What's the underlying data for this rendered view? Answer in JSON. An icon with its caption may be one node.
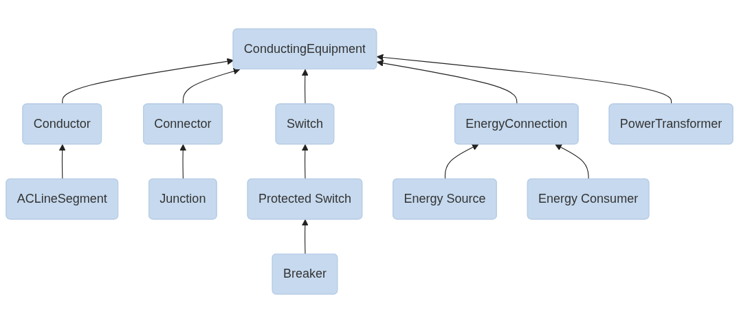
{
  "diagram": {
    "nodes": [
      {
        "text": [
          "ConductingEquipment"
        ]
      },
      {
        "text": [
          "Conductor"
        ]
      },
      {
        "text": [
          "Connector"
        ]
      },
      {
        "text": [
          "Switch"
        ]
      },
      {
        "text": [
          "EnergyConnection"
        ]
      },
      {
        "text": [
          "PowerTransformer"
        ]
      },
      {
        "text": [
          "ACLineSegment"
        ]
      },
      {
        "text": [
          "Junction"
        ]
      },
      {
        "text": [
          "Protected Switch"
        ]
      },
      {
        "text": [
          "Energy Source"
        ]
      },
      {
        "text": [
          "Energy Consumer"
        ]
      },
      {
        "text": [
          "Breaker"
        ]
      }
    ],
    "edges": [
      {
        "from": 1,
        "to": 0,
        "arrow": "to"
      },
      {
        "from": 2,
        "to": 0,
        "arrow": "to"
      },
      {
        "from": 3,
        "to": 0,
        "arrow": "to"
      },
      {
        "from": 4,
        "to": 0,
        "arrow": "to"
      },
      {
        "from": 5,
        "to": 0,
        "arrow": "to"
      },
      {
        "from": 6,
        "to": 1,
        "arrow": "to"
      },
      {
        "from": 7,
        "to": 2,
        "arrow": "to"
      },
      {
        "from": 8,
        "to": 3,
        "arrow": "to"
      },
      {
        "from": 9,
        "to": 4,
        "arrow": "to"
      },
      {
        "from": 10,
        "to": 4,
        "arrow": "to"
      },
      {
        "from": 11,
        "to": 8,
        "arrow": "to"
      }
    ]
  }
}
